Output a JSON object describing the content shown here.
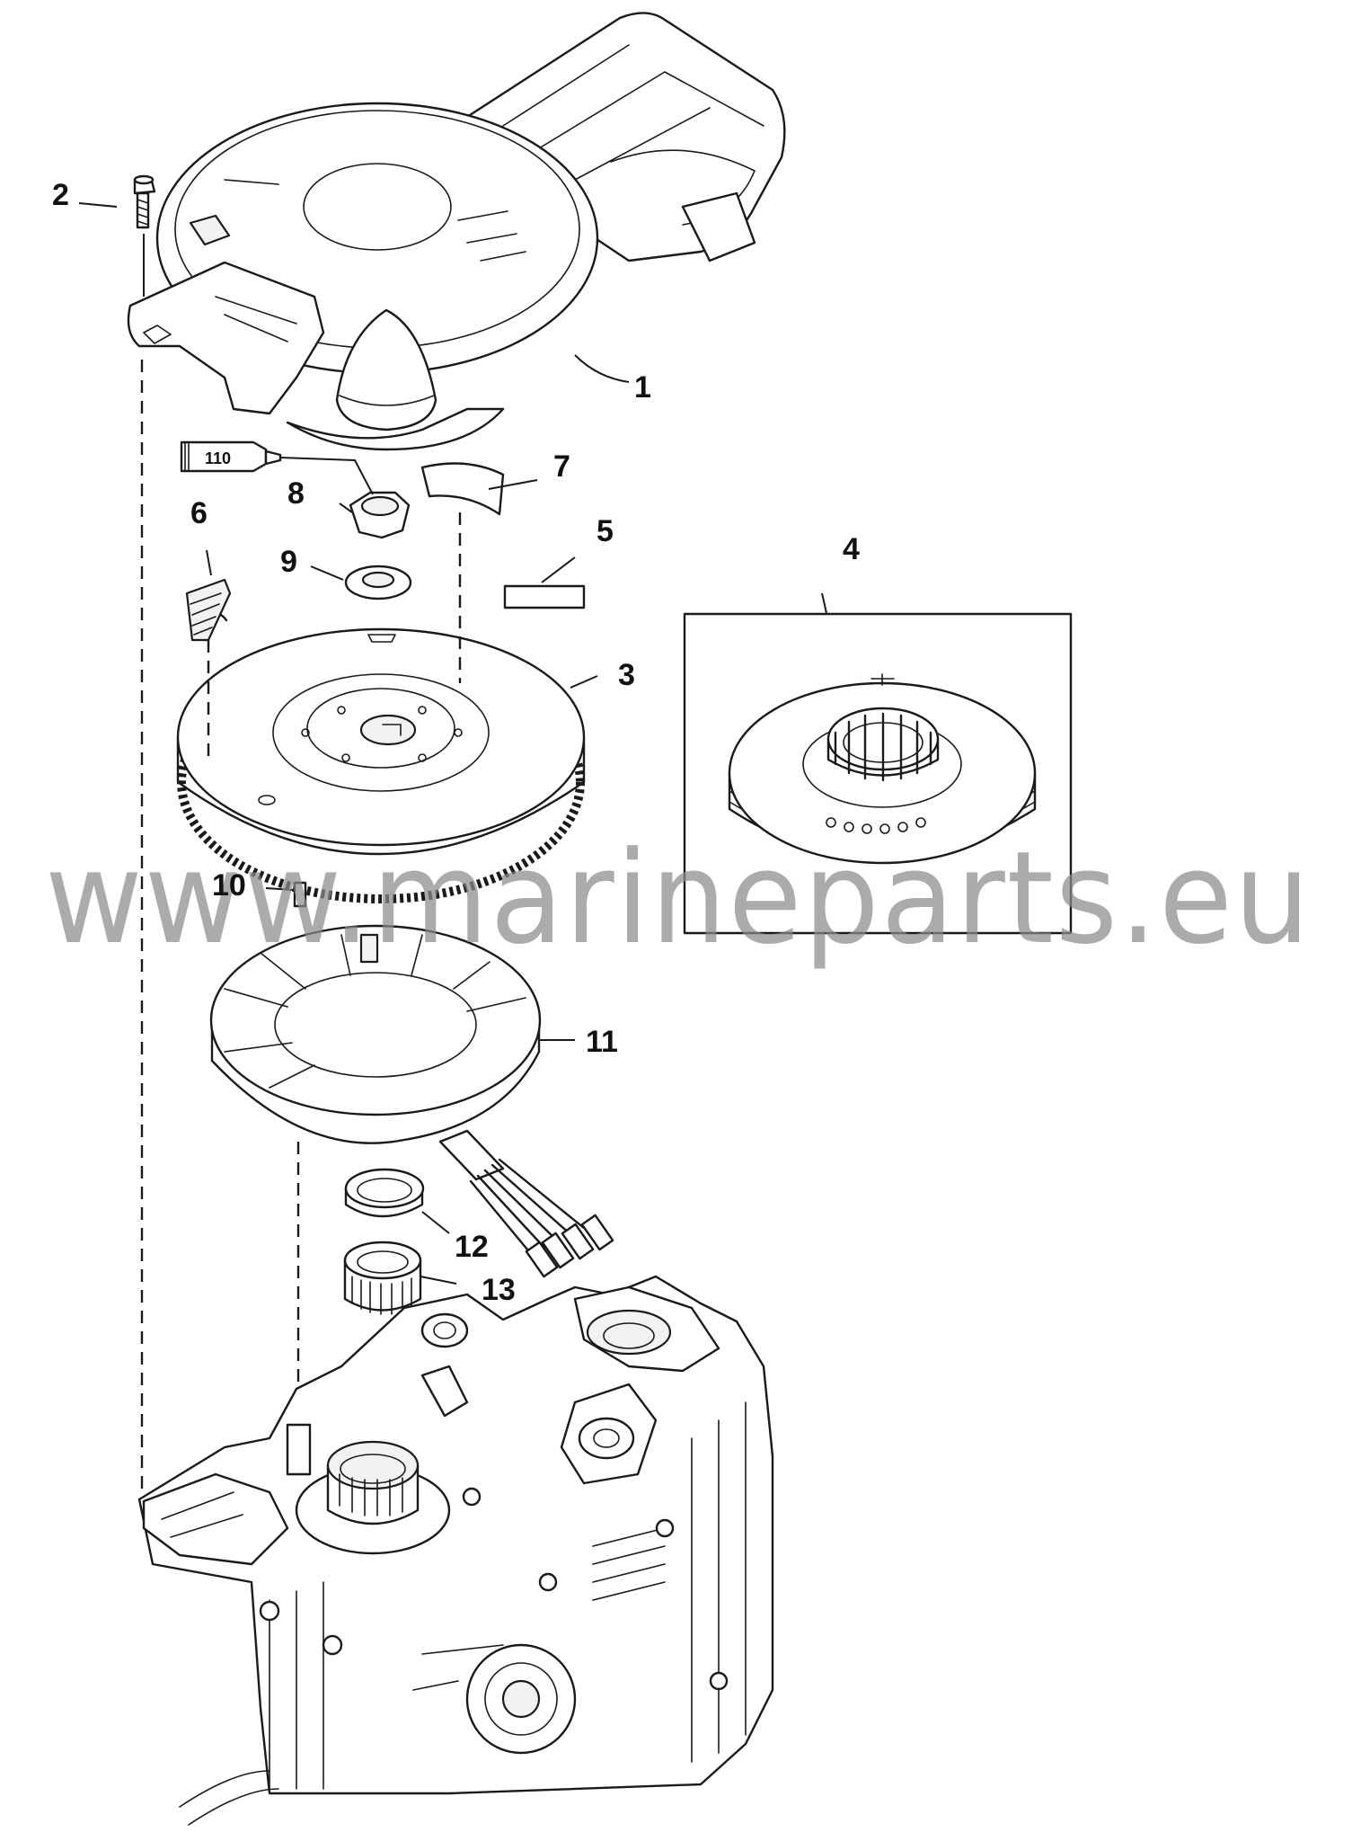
{
  "watermark": "www.marineparts.eu",
  "callouts": [
    {
      "id": "1",
      "label": "1"
    },
    {
      "id": "2",
      "label": "2"
    },
    {
      "id": "3",
      "label": "3"
    },
    {
      "id": "4",
      "label": "4"
    },
    {
      "id": "5",
      "label": "5"
    },
    {
      "id": "6",
      "label": "6"
    },
    {
      "id": "7",
      "label": "7"
    },
    {
      "id": "8",
      "label": "8"
    },
    {
      "id": "9",
      "label": "9"
    },
    {
      "id": "10",
      "label": "10"
    },
    {
      "id": "11",
      "label": "11"
    },
    {
      "id": "12",
      "label": "12"
    },
    {
      "id": "13",
      "label": "13"
    }
  ],
  "sealant_tube_label": "110"
}
